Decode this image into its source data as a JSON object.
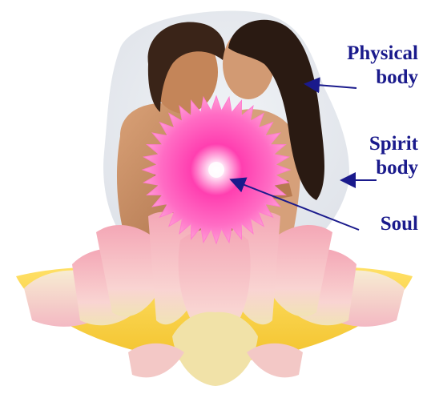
{
  "colors": {
    "label_text": "#1a1a8c",
    "arrow": "#1a1a8c",
    "aura": "#d8dde6",
    "skin": "#c58a5e",
    "hair": "#2a1a12",
    "flower_core": "#ffffff",
    "flower_mid": "#ff3fb0",
    "flower_outer": "#ff8fcf",
    "lotus_petal": "#f7b9c4",
    "lotus_tip": "#f2e6c8",
    "lotus_base": "#f6cf3a"
  },
  "labels": {
    "physical_body": {
      "line1": "Physical",
      "line2": "body"
    },
    "spirit_body": {
      "line1": "Spirit",
      "line2": "body"
    },
    "soul": {
      "line1": "Soul"
    }
  },
  "illustration": {
    "figures": "couple",
    "soul_symbol": "pink-radiant-flower",
    "base": "lotus"
  }
}
